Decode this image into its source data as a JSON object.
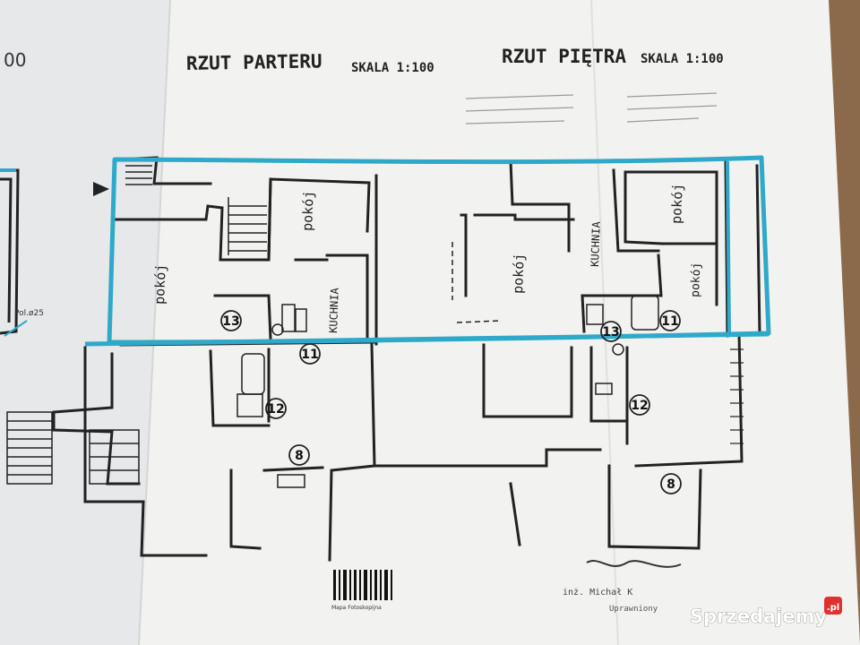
{
  "headings": {
    "ground_floor": "RZUT PARTERU",
    "ground_scale": "SKALA 1:100",
    "upper_floor": "RZUT PIĘTRA",
    "upper_scale": "SKALA 1:100",
    "corner_mark": "00"
  },
  "ground_rooms": {
    "room_left": "pokój",
    "room_right": "pokój",
    "kitchen": "KUCHNIA"
  },
  "upper_rooms": {
    "room_center": "pokój",
    "room_right_top": "pokój",
    "room_right_bottom": "pokój",
    "kitchen": "KUCHNIA"
  },
  "unit_numbers": {
    "g13": "13",
    "g11": "11",
    "g12": "12",
    "g8": "8",
    "u13": "13",
    "u11": "11",
    "u12": "12",
    "u8": "8"
  },
  "annotations": {
    "left_note": "Pol.ø25"
  },
  "stamp": {
    "name_line": "inż. Michał K",
    "title_line": "Uprawniony"
  },
  "barcode_caption": "Mapa Fotoskopijna",
  "watermark": {
    "brand": "Sprzedajemy",
    "tld": ".pl"
  },
  "colors": {
    "highlight": "#2fa9c9",
    "ink": "#222222",
    "paper": "#f3f3f1"
  }
}
